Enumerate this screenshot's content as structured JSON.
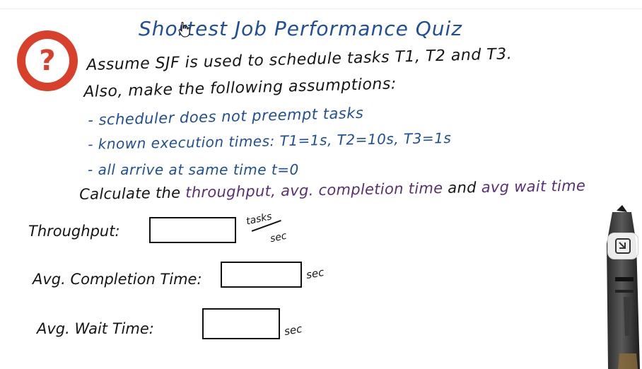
{
  "title": "Shortest Job Performance Quiz",
  "icon": {
    "name": "quiz-question-icon",
    "glyph": "?",
    "color": "#d9402c"
  },
  "problem": {
    "line1": "Assume SJF is used to schedule tasks T1, T2 and T3.",
    "line2": "Also, make the following assumptions:",
    "assumptions": [
      "- scheduler does not preempt tasks",
      "- known execution times: T1=1s, T2=10s, T3=1s",
      "- all arrive at same time t=0"
    ],
    "calc_prefix": "Calculate the",
    "calc_throughput": "throughput",
    "calc_mid": ", avg. completion time",
    "calc_and": "and",
    "calc_wait": "avg wait time"
  },
  "answers": {
    "throughput": {
      "label": "Throughput:",
      "unit_top": "tasks",
      "unit_bottom": "sec",
      "value": ""
    },
    "completion": {
      "label": "Avg. Completion Time:",
      "unit": "sec",
      "value": ""
    },
    "wait": {
      "label": "Avg. Wait Time:",
      "unit": "sec",
      "value": ""
    }
  },
  "colors": {
    "blue_ink": "#1f4f9a",
    "black_ink": "#151515",
    "purple_ink": "#5a2f7a",
    "icon_red": "#d9402c"
  },
  "controls": {
    "expand_icon": "exit-fullscreen-icon",
    "cursor_icon": "hand-pointer-icon"
  }
}
